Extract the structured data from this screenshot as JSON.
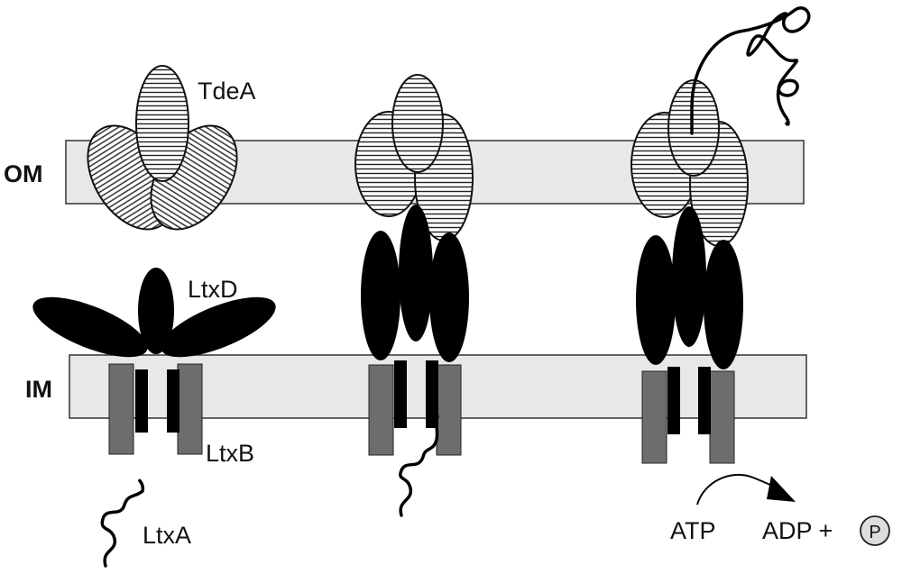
{
  "labels": {
    "om": "OM",
    "im": "IM",
    "tdea": "TdeA",
    "ltxd": "LtxD",
    "ltxb": "LtxB",
    "ltxa": "LtxA",
    "atp": "ATP",
    "adp": "ADP +",
    "phosphate": "P"
  },
  "colors": {
    "membrane_fill": "#e8e8e8",
    "membrane_stroke": "#333333",
    "tdea_hatch": "#222222",
    "ltxd_fill": "#000000",
    "ltxb_fill": "#6d6d6d",
    "ltxb_bar": "#000000",
    "phosphate_fill": "#dddddd"
  }
}
